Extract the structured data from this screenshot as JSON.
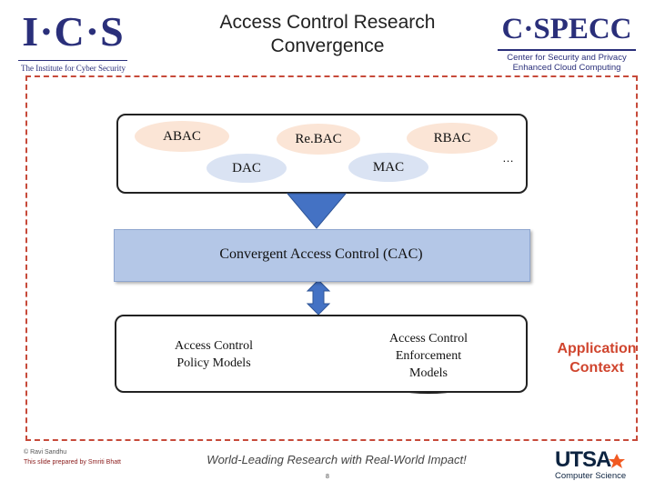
{
  "slide": {
    "title": "Access Control Research\nConvergence",
    "footer_copyright": "© Ravi Sandhu",
    "footer_credit": "This slide prepared by Smriti Bhatt",
    "footer_tagline": "World-Leading Research with Real-World Impact!",
    "page_number": "8"
  },
  "logos": {
    "ics_text": "I·C·S",
    "ics_subtitle": "The Institute for Cyber Security",
    "cspecc_text": "C·SPECC",
    "cspecc_subtitle_1": "Center for Security and Privacy",
    "cspecc_subtitle_2": "Enhanced Cloud Computing",
    "utsa_text": "UTSA",
    "utsa_subtitle": "Computer Science"
  },
  "models": {
    "abac": "ABAC",
    "rebac": "Re.BAC",
    "rbac": "RBAC",
    "dac": "DAC",
    "mac": "MAC",
    "more": "…"
  },
  "cac": {
    "label": "Convergent Access Control (CAC)"
  },
  "bottom": {
    "policy_models": "Access Control\nPolicy Models",
    "enforcement_models": "Access Control\nEnforcement\nModels"
  },
  "application_context": "Application\nContext",
  "colors": {
    "peach": "#fbe5d6",
    "light_blue": "#dae3f3",
    "cac_fill": "#b4c7e7",
    "arrow_blue": "#4472c4",
    "dashed_red": "#c74a3a",
    "app_context_red": "#d0452e",
    "logo_navy": "#2a2f7a"
  }
}
